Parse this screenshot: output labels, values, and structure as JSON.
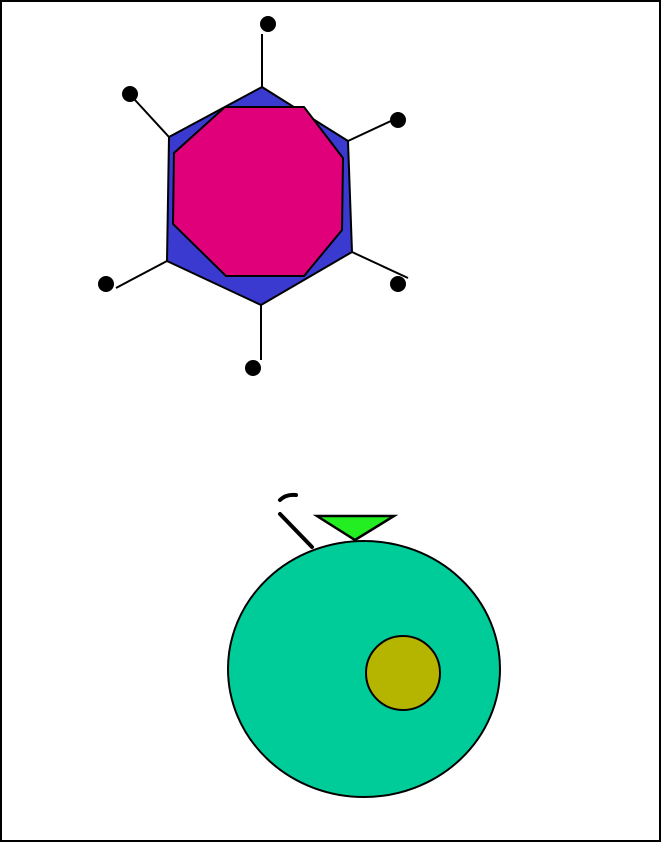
{
  "colors": {
    "background": "#ffffff",
    "border": "#000000",
    "stroke": "#000000",
    "hexagon_fill": "#3a3ad0",
    "octagon_fill": "#e0007a",
    "spike_tip": "#000000",
    "cell_body_fill": "#00cc99",
    "nucleus_fill": "#b5b500",
    "receptor_fill": "#22ee22"
  },
  "diagram": {
    "virus": {
      "shape": "hexagon-with-octagon",
      "spike_count": 6,
      "spike_tip_icon": "filled-dot"
    },
    "cell": {
      "shape": "ellipse",
      "nucleus_shape": "circle",
      "receptor_shape": "downward-triangle",
      "attachment_marks": "two-stroke-mark"
    }
  }
}
